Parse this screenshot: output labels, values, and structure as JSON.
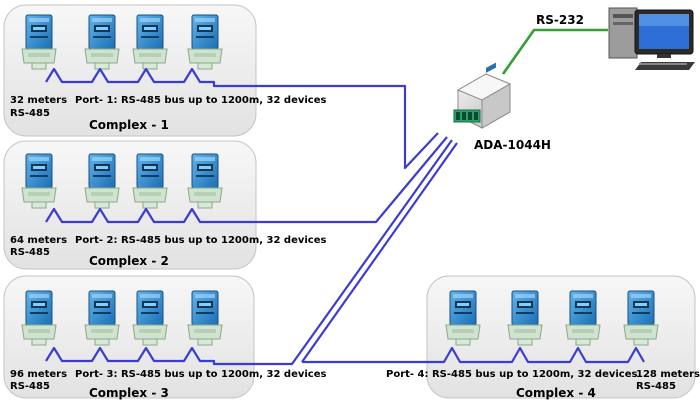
{
  "colors": {
    "bus_line": "#3c3cd2",
    "rs232_line": "#32a032",
    "panel_fill": "#ececec",
    "panel_border": "#c4c4c4",
    "meter_blue": "#2c8fd6",
    "meter_base": "#cfe3cf"
  },
  "converter": {
    "label": "ADA-1044H",
    "icon": "converter-module-icon"
  },
  "rs232": {
    "label": "RS-232"
  },
  "computer": {
    "icon": "desktop-computer-icon"
  },
  "complexes": [
    {
      "name": "Complex - 1",
      "port_label": "Port- 1:  RS-485 bus up to 1200m, 32 devices",
      "length": "32 meters",
      "bus": "RS-485",
      "meters": 4
    },
    {
      "name": "Complex - 2",
      "port_label": "Port- 2:  RS-485 bus up to 1200m, 32 devices",
      "length": "64 meters",
      "bus": "RS-485",
      "meters": 4
    },
    {
      "name": "Complex - 3",
      "port_label": "Port- 3:  RS-485 bus up to 1200m, 32 devices",
      "length": "96 meters",
      "bus": "RS-485",
      "meters": 4
    },
    {
      "name": "Complex - 4",
      "port_label": "Port- 4:  RS-485 bus up to 1200m, 32 devices",
      "length": "128 meters",
      "bus": "RS-485",
      "meters": 4
    }
  ]
}
